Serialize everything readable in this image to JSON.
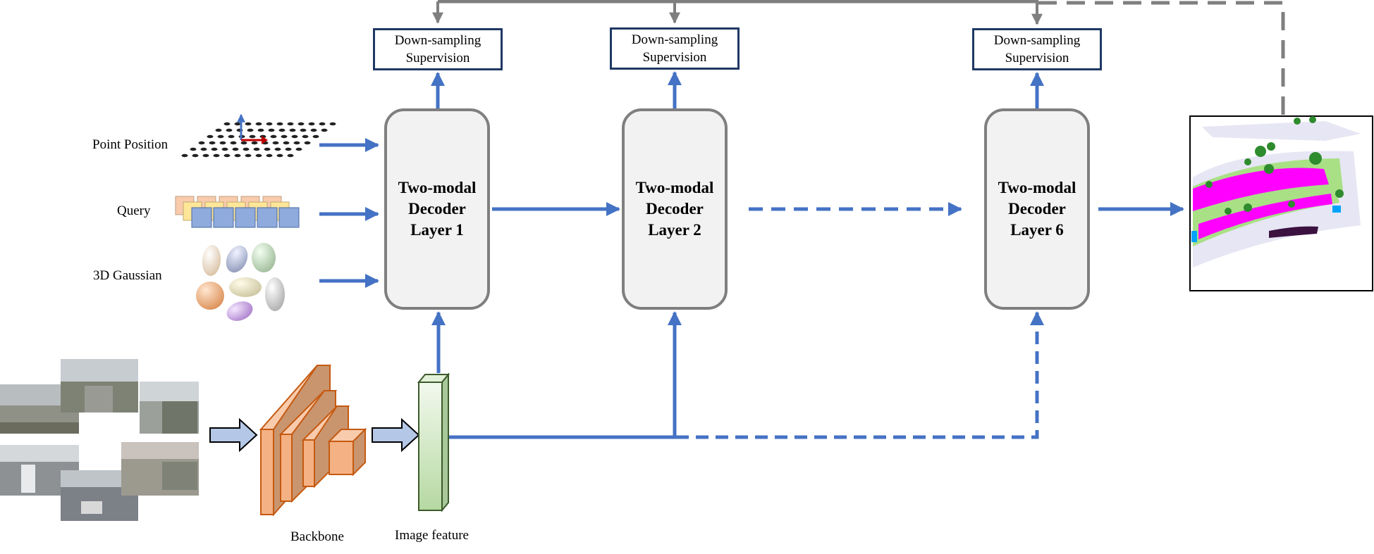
{
  "inputs": {
    "point_position": "Point Position",
    "query": "Query",
    "gaussian": "3D Gaussian"
  },
  "supervision": [
    {
      "line1": "Down-sampling",
      "line2": "Supervision"
    },
    {
      "line1": "Down-sampling",
      "line2": "Supervision"
    },
    {
      "line1": "Down-sampling",
      "line2": "Supervision"
    }
  ],
  "decoders": [
    {
      "line1": "Two-modal",
      "line2": "Decoder",
      "line3": "Layer 1"
    },
    {
      "line1": "Two-modal",
      "line2": "Decoder",
      "line3": "Layer 2"
    },
    {
      "line1": "Two-modal",
      "line2": "Decoder",
      "line3": "Layer 6"
    }
  ],
  "bottom_labels": {
    "backbone": "Backbone",
    "image_feature": "Image feature"
  },
  "colors": {
    "arrow_blue": "#4472c4",
    "feedback_gray": "#7f7f7f",
    "decoder_fill": "#f2f2f2",
    "box_border": "#1f3864",
    "backbone_fill": "#f4b183",
    "feature_fill": "#c5e0b4",
    "occupancy_magenta": "#ff00ff",
    "occupancy_green": "#92d050"
  }
}
